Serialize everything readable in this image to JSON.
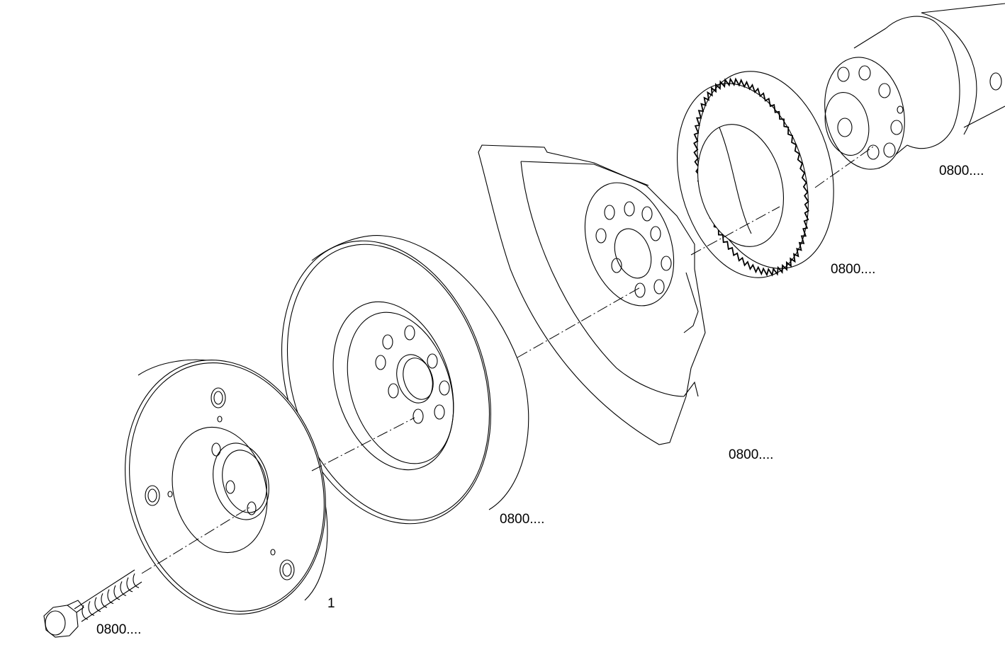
{
  "diagram": {
    "labels": {
      "bolt": "0800....",
      "pulley_position": "1",
      "damper": "0800....",
      "cover": "0800....",
      "gear": "0800....",
      "hub": "0800...."
    }
  }
}
